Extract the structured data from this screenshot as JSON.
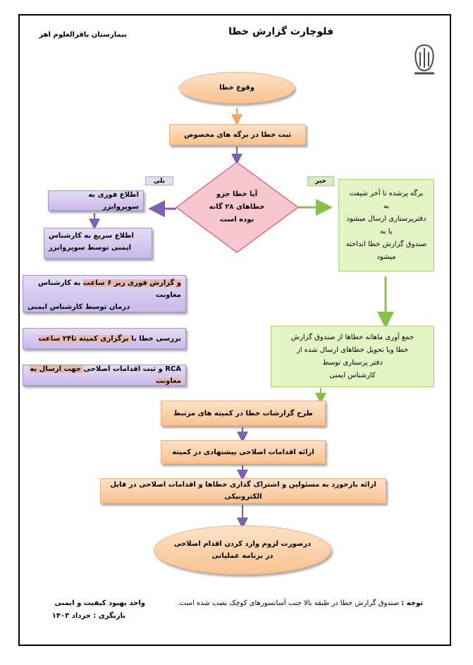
{
  "header": {
    "title": "فلوچارت گزارش خطا",
    "hospital": "بیمارستان باقرالعلوم اهر"
  },
  "flow": {
    "start": "وقوع خطا",
    "register": "ثبت خطا در برگه های مخصوص",
    "decision": [
      "آیا خطا جزو",
      "خطاهای ۲۸ گانه",
      "بوده است"
    ],
    "yes_label": "بلی",
    "no_label": "خیر",
    "yes_steps": {
      "s1": "اطلاع فوری به سوپروایزر",
      "s2_line1": "اطلاع سریع به کارشناس",
      "s2_line2": "ایمنی توسط سوپروایزر",
      "s3_pre": "و گزارش فوری زیر ۶ ساعت",
      "s3_post": " به کارشناس معاونت",
      "s3_line2": "درمان توسط کارشناس ایمنی",
      "s4_pre": "بررسی خطا با",
      "s4_hl": " برگزاری کمیته تا۲۴ ساعت",
      "s5_pre": "RCA و ثبت اقدامات اصلاحی",
      "s5_hl": " جهت ارسال به معاونت"
    },
    "no_steps": {
      "n1": [
        "برگه پرشده تا آخر شیفت",
        "به",
        "دفترپرستاری ارسال میشود",
        "یا به",
        "صندوق گزارش خطا انداخته",
        "میشود"
      ],
      "n2": [
        "جمع آوری ماهانه خطاها از صندوق گزارش",
        "خطا ویا تحویل خطاهای ارسال شده از",
        "دفتر پرستاری توسط",
        "کارشناس ایمنی"
      ]
    },
    "committee": "طرح گزارشات خطا در کمیته های مرتبط",
    "corrective": "ارائه اقدامات اصلاحی پیشنهادی در کمیته",
    "feedback": "ارائه بازخورد به مسئولین و اشتراک گذاری خطاها و اقدامات اصلاحی  در فایل الکترونیکی",
    "end": [
      "درصورت لزوم وارد کردن اقدام اصلاحی",
      "در برنامه عملیاتی"
    ]
  },
  "footer": {
    "note_label": "توجه :",
    "note_text": " صندوق گزارش خطا در طبقه بالا جنب آسانسورهای کوچک نصب شده است.",
    "unit": "واحد بهبود کیفیت و ایمنی",
    "revision": "بازنگری : خرداد ۱۴۰۳"
  },
  "colors": {
    "orange_fill": "#fbd2ad",
    "purple_fill": "#d5c9ef",
    "green_fill": "#e3f5c4",
    "decision_fill": "#f7c6cf",
    "decision_stroke": "#d23a4f",
    "arrow_orange": "#f4a460",
    "arrow_purple": "#7b5fb0",
    "arrow_green": "#8cbf4a",
    "highlight": "#e8b9b4"
  },
  "icons": {
    "logo": "hospital-logo-icon"
  }
}
